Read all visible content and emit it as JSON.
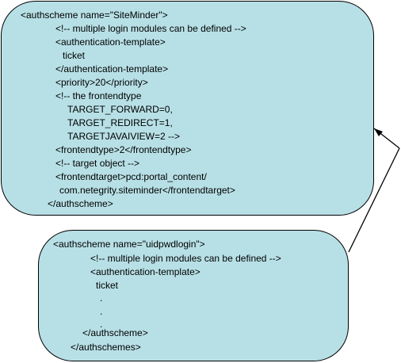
{
  "colors": {
    "box_fill": "#b7e0e6",
    "box_border": "#000000",
    "text": "#000000",
    "arrow": "#000000"
  },
  "top_box": {
    "lines": [
      "<authscheme name=\"SiteMinder\">",
      "<!-- multiple login modules can be defined -->",
      "<authentication-template>",
      "ticket",
      "</authentication-template>",
      "<priority>20</priority>",
      "<!-- the frontendtype",
      "TARGET_FORWARD=0,",
      "TARGET_REDIRECT=1,",
      "TARGETJAVAIVIEW=2 -->",
      "<frontendtype>2</frontendtype>",
      "<!-- target object -->",
      "<frontendtarget>pcd:portal_content/",
      "com.netegrity.siteminder</frontendtarget>",
      "</authscheme>"
    ]
  },
  "bottom_box": {
    "lines": [
      "<authscheme name=\"uidpwdlogin\">",
      "<!-- multiple login modules can be defined -->",
      "<authentication-template>",
      "ticket",
      ".",
      ".",
      ".",
      "</authscheme>",
      "</authschemes>"
    ]
  }
}
